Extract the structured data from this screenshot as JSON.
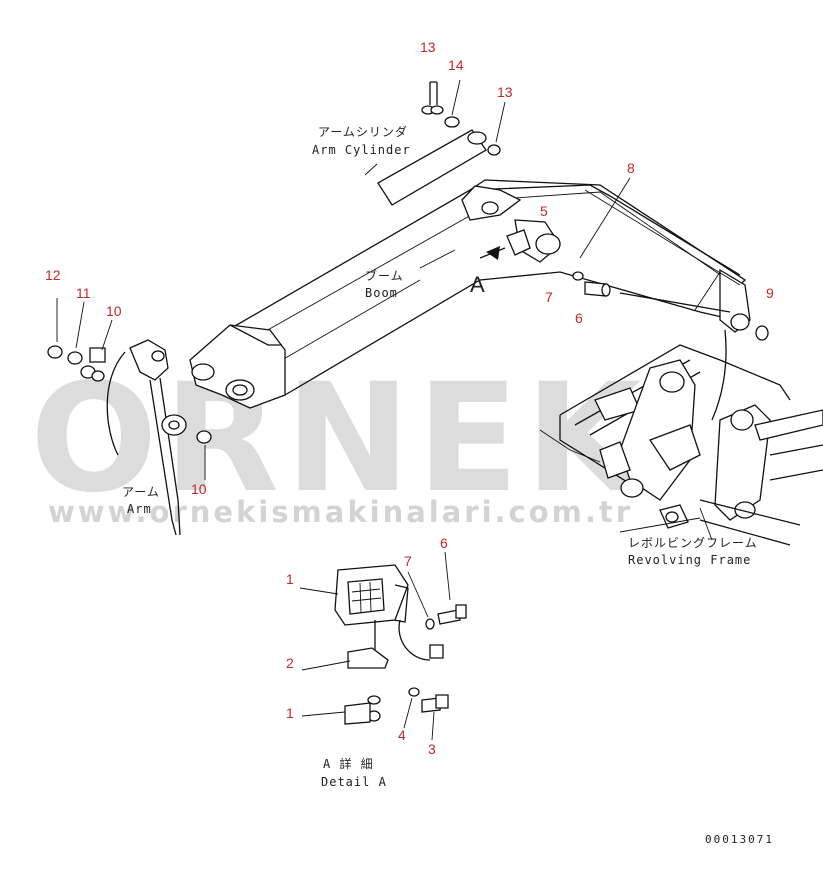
{
  "watermark": {
    "brand": "ORNEK",
    "url": "www.ornekismakinalari.com.tr"
  },
  "labels": {
    "arm_cylinder_jp": "アームシリンダ",
    "arm_cylinder_en": "Arm Cylinder",
    "boom_jp": "ブーム",
    "boom_en": "Boom",
    "arm_jp": "アーム",
    "arm_en": "Arm",
    "revolving_frame_jp": "レボルビングフレーム",
    "revolving_frame_en": "Revolving Frame",
    "view_marker": "A",
    "detail_jp": "A 詳 細",
    "detail_en": "Detail A"
  },
  "callouts": {
    "c13a": "13",
    "c14": "14",
    "c13b": "13",
    "c8": "8",
    "c5": "5",
    "c9": "9",
    "c7a": "7",
    "c6a": "6",
    "c12": "12",
    "c11": "11",
    "c10a": "10",
    "c10b": "10",
    "c1a": "1",
    "c7b": "7",
    "c6b": "6",
    "c2": "2",
    "c1b": "1",
    "c4": "4",
    "c3": "3"
  },
  "drawing_code": "00013071",
  "colors": {
    "callout": "#c62828",
    "line": "#111111",
    "watermark": "#9e9e9e"
  }
}
